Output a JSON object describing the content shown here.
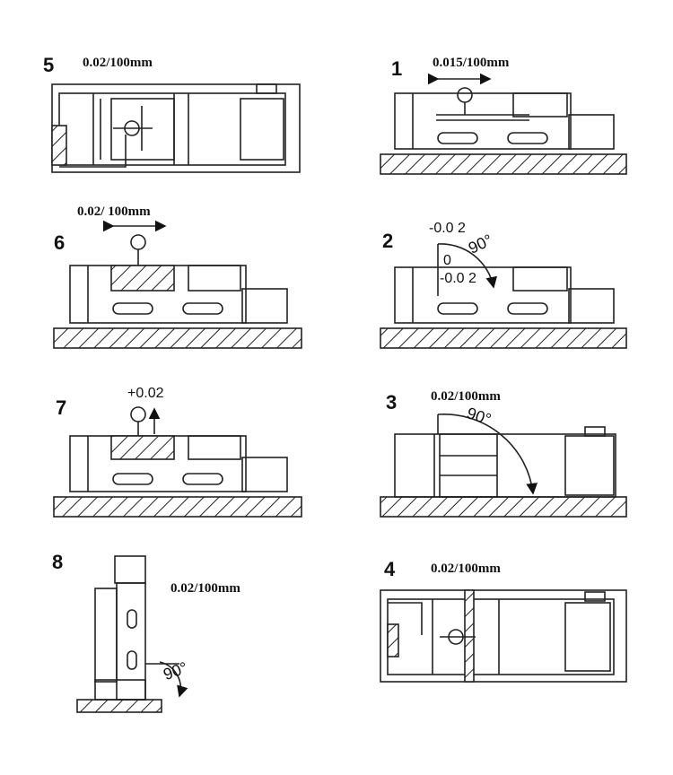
{
  "figures": [
    {
      "number": "5",
      "tolerance": "0.02/100mm"
    },
    {
      "number": "1",
      "tolerance": "0.015/100mm"
    },
    {
      "number": "6",
      "tolerance": "0.02/ 100mm"
    },
    {
      "number": "2",
      "upper_reading": "-0.0 2",
      "zero_reading": "0",
      "lower_reading": "-0.0 2",
      "angle": "90°"
    },
    {
      "number": "7",
      "reading": "+0.02"
    },
    {
      "number": "3",
      "tolerance": "0.02/100mm",
      "angle": "90°"
    },
    {
      "number": "8",
      "tolerance": "0.02/100mm",
      "angle": "90°"
    },
    {
      "number": "4",
      "tolerance": "0.02/100mm"
    }
  ]
}
